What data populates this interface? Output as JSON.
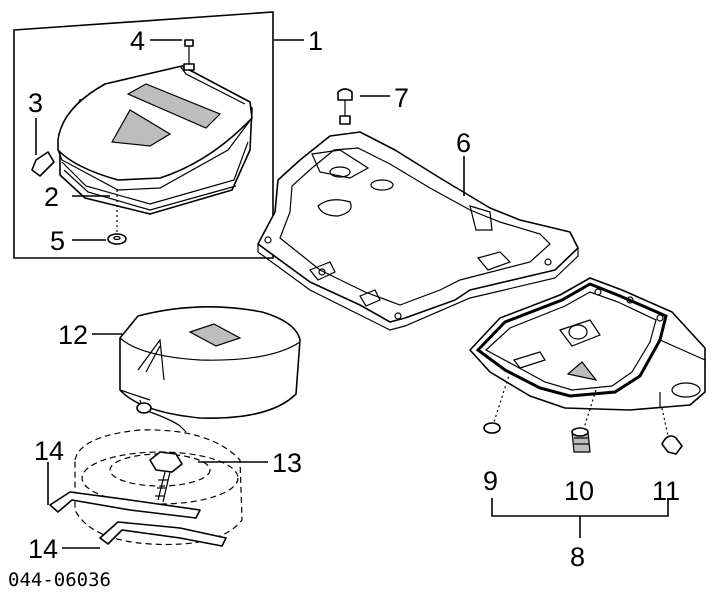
{
  "callouts": {
    "c1": "1",
    "c2": "2",
    "c3": "3",
    "c4": "4",
    "c5": "5",
    "c6": "6",
    "c7": "7",
    "c8": "8",
    "c9": "9",
    "c10": "10",
    "c11": "11",
    "c12": "12",
    "c13": "13",
    "c14a": "14",
    "c14b": "14"
  },
  "diagram_code": "044-06036"
}
